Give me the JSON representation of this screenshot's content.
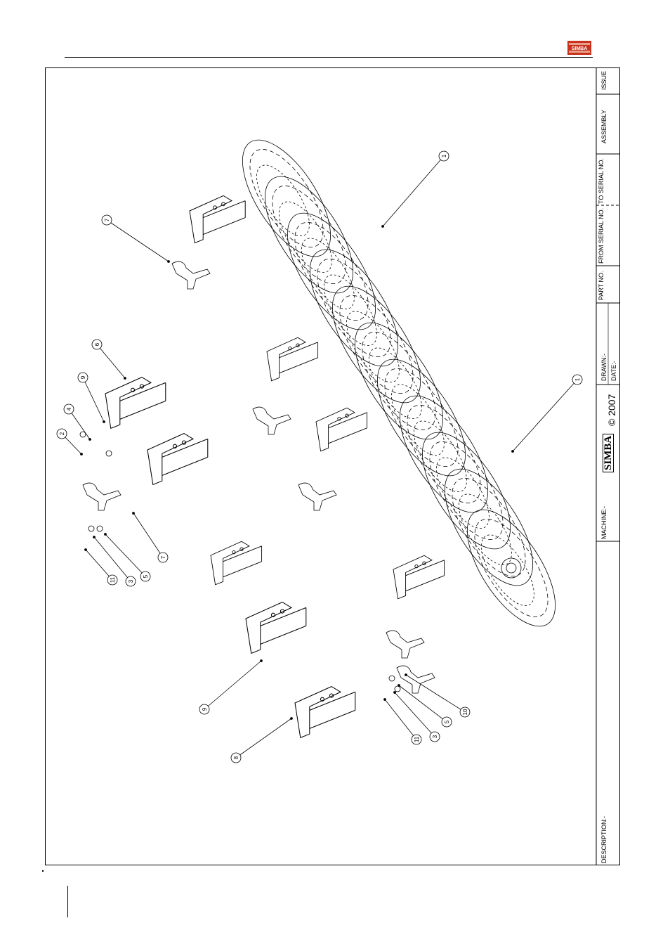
{
  "header": {
    "logo_text": "SIMBA",
    "logo_color": "#c8321e"
  },
  "title_block": {
    "issue_label": "ISSUE",
    "assembly_label": "ASSEMBLY",
    "to_serial_label": "TO SERIAL NO.",
    "from_serial_label": "FROM SERIAL NO.",
    "part_no_label": "PART NO.",
    "drawn_label": "DRAWN:-",
    "date_label": "DATE:-",
    "copyright": "© 2007",
    "brand": "SIMBA",
    "machine_label": "MACHINE:-",
    "description_label": "DESCRIPTION:-"
  },
  "callouts": [
    "1",
    "1",
    "7",
    "6",
    "9",
    "4",
    "2",
    "7",
    "11",
    "3",
    "5",
    "9",
    "8",
    "10",
    "5",
    "3",
    "11"
  ]
}
